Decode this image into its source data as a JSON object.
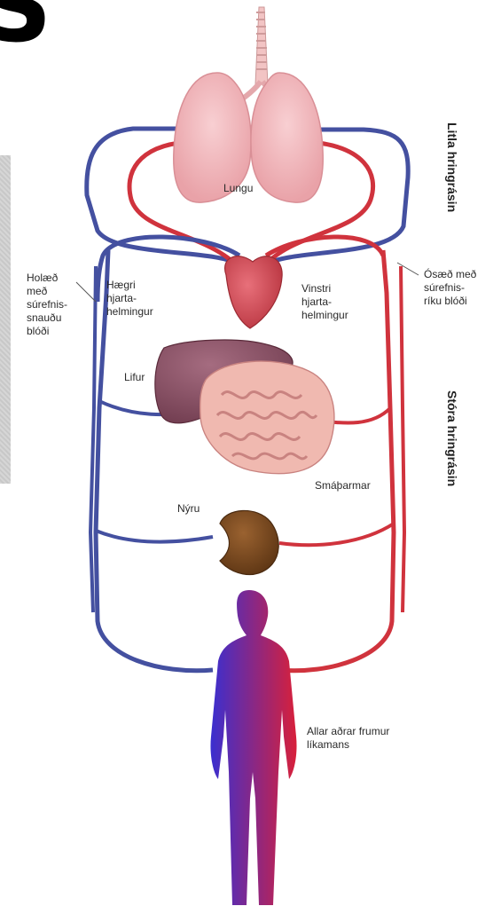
{
  "corner_glyph": "S",
  "circuits": {
    "pulmonary": "Litla hringrásin",
    "systemic": "Stóra hringrásin"
  },
  "labels": {
    "lungs": "Lungu",
    "right_heart": "Hægri\nhjarta-\nhelmingur",
    "left_heart": "Vinstri\nhjarta-\nhelmingur",
    "vein_note": "Holæð\nmeð\nsúrefnis-\nsnauðu\nblóði",
    "artery_note": "Ósæð með\nsúrefnis-\nríku blóði",
    "liver": "Lifur",
    "small_intestine": "Smáþarmar",
    "kidney": "Nýru",
    "body_cells": "Allar aðrar frumur\nlíkamans"
  },
  "colors": {
    "vein": "#4450a0",
    "artery": "#d0333d",
    "organ_lung": "#f2b4b8",
    "organ_liver": "#8a4f63",
    "organ_intestine": "#f0b9b0",
    "organ_kidney": "#7a4a22"
  }
}
